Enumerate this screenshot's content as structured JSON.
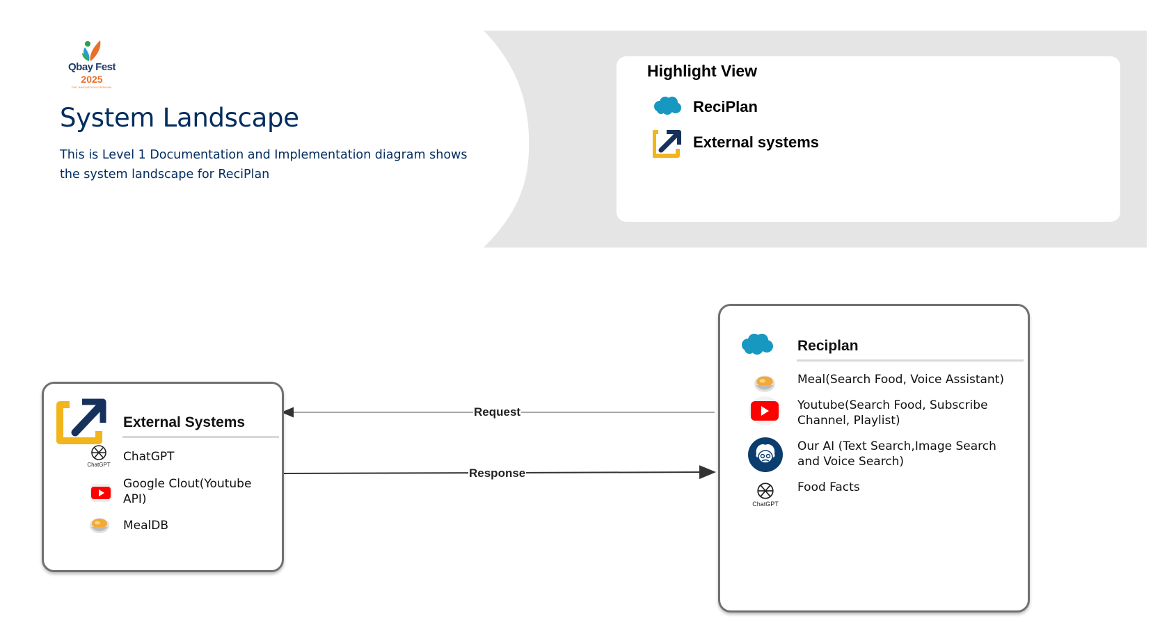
{
  "header": {
    "logo_name": "Qbay Fest",
    "logo_year": "2025",
    "logo_tagline": "THE INNOVATION CARNIVAL",
    "title": "System Landscape",
    "description": "This is Level 1 Documentation and Implementation diagram shows the system landscape for ReciPlan"
  },
  "highlight_view": {
    "title": "Highlight View",
    "items": [
      {
        "label": "ReciPlan",
        "icon": "salesforce-cloud-icon"
      },
      {
        "label": "External systems",
        "icon": "external-systems-icon"
      }
    ]
  },
  "external_systems": {
    "title": "External Systems",
    "icon": "external-systems-icon",
    "items": [
      {
        "label": "ChatGPT",
        "icon": "chatgpt-icon",
        "icon_caption": "ChatGPT"
      },
      {
        "label": "Google Clout(Youtube API)",
        "icon": "youtube-icon"
      },
      {
        "label": "MealDB",
        "icon": "meal-bowl-icon"
      }
    ]
  },
  "reciplan": {
    "title": "Reciplan",
    "icon": "salesforce-cloud-icon",
    "items": [
      {
        "label": "Meal(Search Food, Voice Assistant)",
        "icon": "meal-bowl-icon"
      },
      {
        "label": "Youtube(Search Food, Subscribe Channel, Playlist)",
        "icon": "youtube-icon"
      },
      {
        "label": "Our AI (Text Search,Image Search and Voice Search)",
        "icon": "einstein-ai-icon"
      },
      {
        "label": "Food Facts",
        "icon": "chatgpt-icon",
        "icon_caption": "ChatGPT"
      }
    ]
  },
  "connections": {
    "request_label": "Request",
    "response_label": "Response"
  },
  "colors": {
    "title_navy": "#032d60",
    "band_gray": "#e5e5e5",
    "salesforce_blue": "#1798c1",
    "external_yellow": "#f2b51b",
    "external_navy": "#16325c",
    "youtube_red": "#ff0000",
    "logo_orange": "#e8702a"
  }
}
